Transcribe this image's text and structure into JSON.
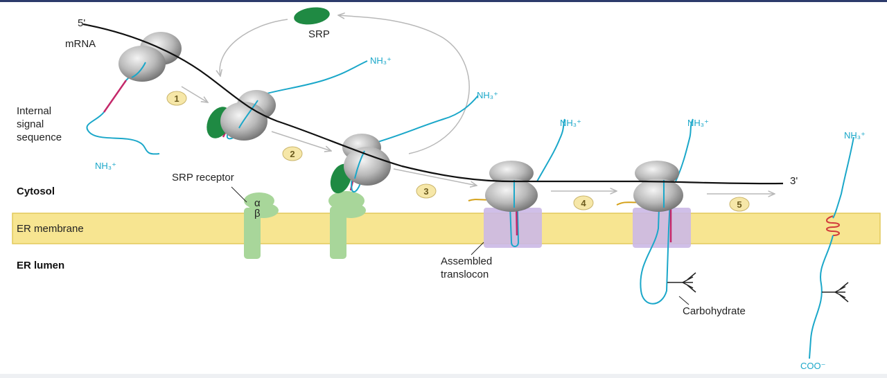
{
  "labels": {
    "five_prime": "5'",
    "three_prime": "3'",
    "mrna": "mRNA",
    "srp": "SRP",
    "internal_signal": [
      "Internal",
      "signal",
      "sequence"
    ],
    "srp_receptor": "SRP receptor",
    "alpha": "α",
    "beta": "β",
    "cytosol": "Cytosol",
    "er_membrane": "ER membrane",
    "er_lumen": "ER lumen",
    "translocon": [
      "Assembled",
      "translocon"
    ],
    "carbohydrate": "Carbohydrate",
    "nh3_1": "NH₃⁺",
    "nh3_2": "NH₃⁺",
    "nh3_3": "NH₃⁺",
    "nh3_4": "NH₃⁺",
    "nh3_5": "NH₃⁺",
    "nh3_6": "NH₃⁺",
    "coo": "COO⁻"
  },
  "steps": [
    "1",
    "2",
    "3",
    "4",
    "5"
  ],
  "colors": {
    "membrane": "#f7e591",
    "membrane_edge": "#e2c95a",
    "peptide": "#1aa7c9",
    "signal": "#c4286a",
    "mrna": "#111111",
    "srp": "#1f8a43",
    "receptor": "#a8d69a",
    "translocon": "#cbb8e6",
    "ribosome": "#a9a9a9",
    "step_fill": "#f6e7a8",
    "step_stroke": "#c9b46b",
    "arrow": "#b8b8b8"
  }
}
